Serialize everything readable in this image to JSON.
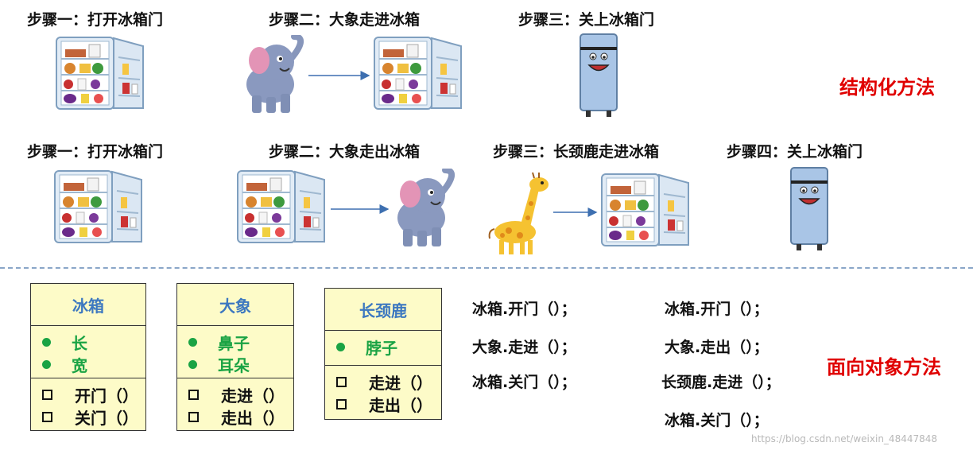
{
  "structured": {
    "steps": [
      "步骤一：打开冰箱门",
      "步骤二：大象走进冰箱",
      "步骤三：关上冰箱门"
    ],
    "label": "结构化方法"
  },
  "oo": {
    "steps": [
      "步骤一：打开冰箱门",
      "步骤二：大象走出冰箱",
      "步骤三：长颈鹿走进冰箱",
      "步骤四：关上冰箱门"
    ],
    "label": "面向对象方法"
  },
  "classes": [
    {
      "name": "冰箱",
      "attributes": [
        "长",
        "宽"
      ],
      "methods": [
        "开门（）",
        "关门（）"
      ]
    },
    {
      "name": "大象",
      "attributes": [
        "鼻子",
        "耳朵"
      ],
      "methods": [
        "走进（）",
        "走出（）"
      ]
    },
    {
      "name": "长颈鹿",
      "attributes": [
        "脖子"
      ],
      "methods": [
        "走进（）",
        "走出（）"
      ]
    }
  ],
  "code": {
    "col1": [
      "冰箱.开门（）；",
      "大象.走进（）；",
      "冰箱.关门（）；"
    ],
    "col2": [
      "冰箱.开门（）；",
      "大象.走出（）；",
      "长颈鹿.走进（）；",
      "冰箱.关门（）；"
    ]
  },
  "watermark": "https://blog.csdn.net/weixin_48447848",
  "colors": {
    "method_label": "#e00000",
    "class_title": "#3d78c0",
    "attribute": "#1aa344",
    "arrow": "#3d6fb0"
  }
}
